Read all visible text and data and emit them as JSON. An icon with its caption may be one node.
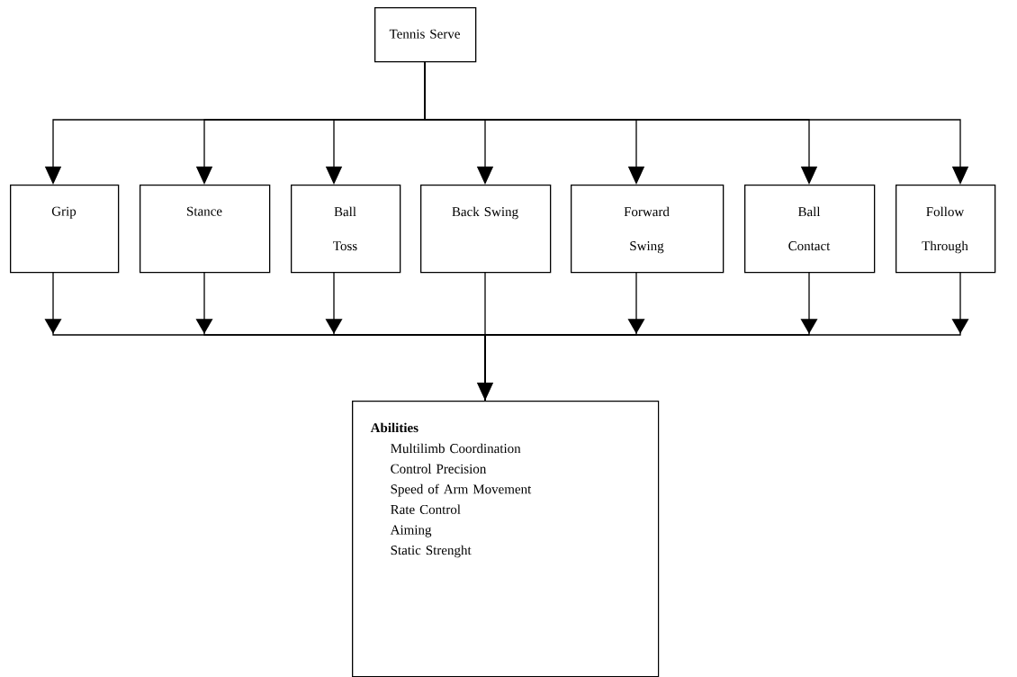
{
  "diagram": {
    "nodes": [
      {
        "text": [
          "Tennis Serve"
        ]
      },
      {
        "text": [
          "Grip"
        ]
      },
      {
        "text": [
          "Stance"
        ]
      },
      {
        "text": [
          "Ball Toss"
        ]
      },
      {
        "text": [
          "Back Swing"
        ]
      },
      {
        "text": [
          "Forward Swing"
        ]
      },
      {
        "text": [
          "Ball Contact"
        ]
      },
      {
        "text": [
          "Follow Through"
        ]
      },
      {
        "text": [
          "Abilities",
          "Multilimb Coordination",
          "Control Precision",
          "Speed of Arm Movement",
          "Rate Control",
          "Aiming",
          "Static Strenght"
        ]
      }
    ],
    "edges": [
      {
        "from": 0,
        "to": 1,
        "arrow": "to"
      },
      {
        "from": 0,
        "to": 2,
        "arrow": "to"
      },
      {
        "from": 0,
        "to": 3,
        "arrow": "to"
      },
      {
        "from": 0,
        "to": 4,
        "arrow": "to"
      },
      {
        "from": 0,
        "to": 5,
        "arrow": "to"
      },
      {
        "from": 0,
        "to": 6,
        "arrow": "to"
      },
      {
        "from": 0,
        "to": 7,
        "arrow": "to"
      },
      {
        "from": 1,
        "to": 8,
        "arrow": "to"
      },
      {
        "from": 2,
        "to": 8,
        "arrow": "to"
      },
      {
        "from": 3,
        "to": 8,
        "arrow": "to"
      },
      {
        "from": 4,
        "to": 8,
        "arrow": "to"
      },
      {
        "from": 5,
        "to": 8,
        "arrow": "to"
      },
      {
        "from": 6,
        "to": 8,
        "arrow": "to"
      },
      {
        "from": 7,
        "to": 8,
        "arrow": "to"
      }
    ]
  }
}
